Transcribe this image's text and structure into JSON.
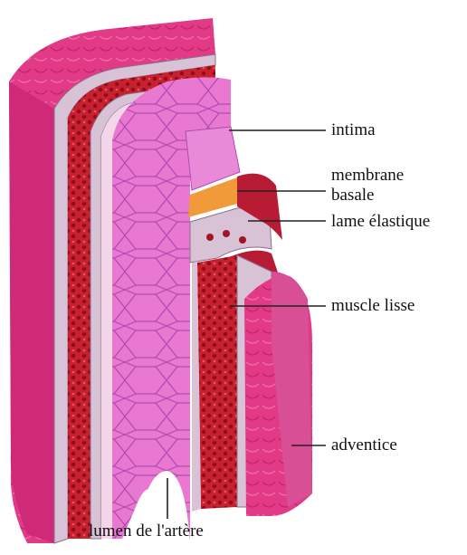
{
  "labels": {
    "intima": "intima",
    "membrane_basale_line1": "membrane",
    "membrane_basale_line2": "basale",
    "lame_elastique": "lame élastique",
    "muscle_lisse": "muscle lisse",
    "adventice": "adventice",
    "lumen": "lumen de l'artère"
  },
  "colors": {
    "adventice": "#e23a86",
    "adventice_dark": "#b81f64",
    "muscle": "#c8202e",
    "muscle_dark": "#7e0e16",
    "intima": "#e878d0",
    "intima_cell_lines": "#b14ab0",
    "lame_elastique": "#d8c2d6",
    "membrane_basale": "#f09a3a",
    "leader_line": "#222222"
  }
}
